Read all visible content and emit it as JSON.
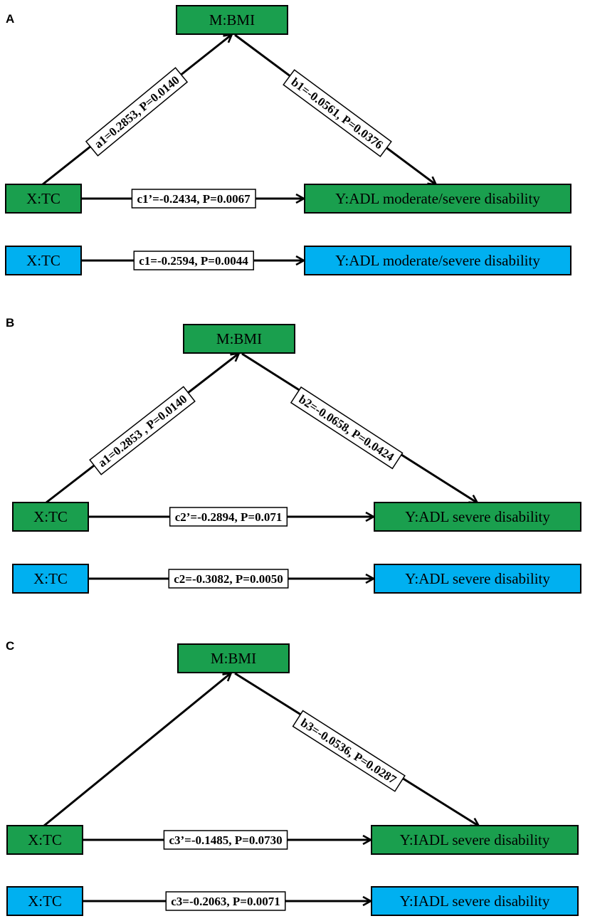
{
  "colors": {
    "green": "#1a9f4e",
    "blue": "#00b0f0",
    "stroke": "#000000",
    "label_bg": "#ffffff"
  },
  "panels": [
    {
      "letter": "A",
      "mediator": "M:BMI",
      "x_adjusted": "X:TC",
      "y_adjusted": "Y:ADL moderate/severe disability",
      "x_total": "X:TC",
      "y_total": "Y:ADL moderate/severe disability",
      "a_label": "a1=0.2853, P=0.0140",
      "b_label": "b1=-0.0561, P=0.0376",
      "c_prime_label": "c1’=-0.2434, P=0.0067",
      "c_label": "c1=-0.2594, P=0.0044"
    },
    {
      "letter": "B",
      "mediator": "M:BMI",
      "x_adjusted": "X:TC",
      "y_adjusted": "Y:ADL severe disability",
      "x_total": "X:TC",
      "y_total": "Y:ADL severe disability",
      "a_label": "a1=0.2853 , P=0.0140",
      "b_label": "b2=-0.0658, P=0.0424",
      "c_prime_label": "c2’=-0.2894, P=0.071",
      "c_label": "c2=-0.3082, P=0.0050"
    },
    {
      "letter": "C",
      "mediator": "M:BMI",
      "x_adjusted": "X:TC",
      "y_adjusted": "Y:IADL severe disability",
      "x_total": "X:TC",
      "y_total": "Y:IADL severe disability",
      "a_label": "",
      "b_label": "b3=-0.0536, P=0.0287",
      "c_prime_label": "c3’=-0.1485, P=0.0730",
      "c_label": "c3=-0.2063, P=0.0071"
    }
  ]
}
